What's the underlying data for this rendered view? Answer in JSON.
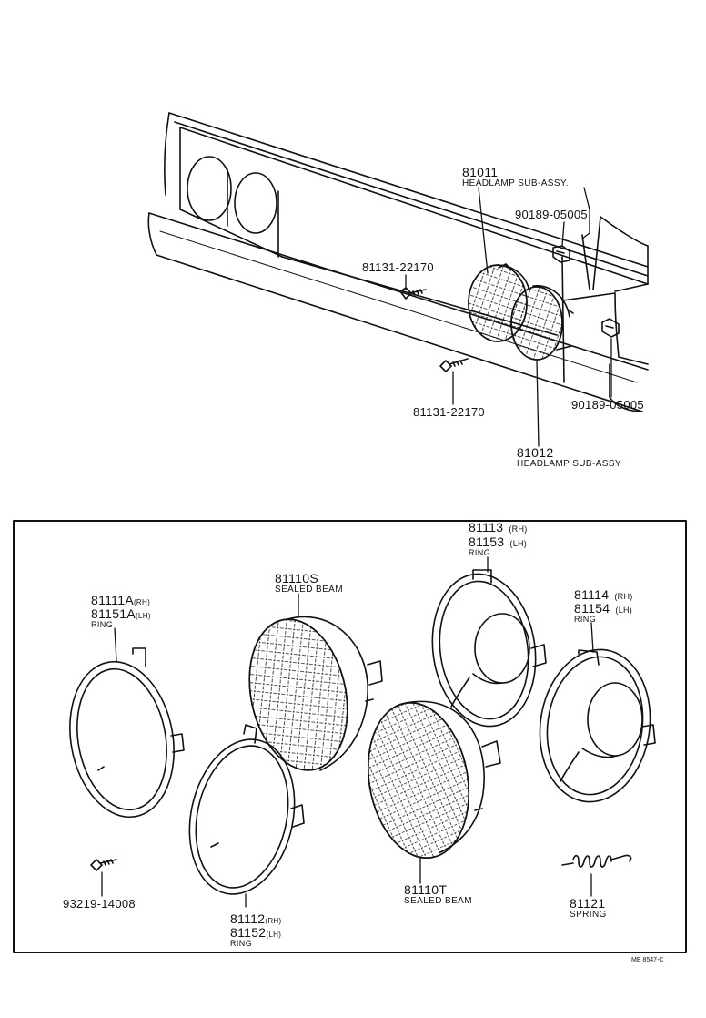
{
  "upper": {
    "headlamp_upper": {
      "part": "81011",
      "name": "HEADLAMP SUB-ASSY."
    },
    "headlamp_lower": {
      "part": "81012",
      "name": "HEADLAMP SUB-ASSY"
    },
    "nut_upper": {
      "part": "90189-05005"
    },
    "nut_lower": {
      "part": "90189-05005"
    },
    "screw_upper": {
      "part": "81131-22170"
    },
    "screw_lower": {
      "part": "81131-22170"
    }
  },
  "detail": {
    "ring_left": {
      "part_rh": "81111A",
      "side_rh": "(RH)",
      "part_lh": "81151A",
      "side_lh": "(LH)",
      "name": "RING"
    },
    "sealed_beam_s": {
      "part": "81110S",
      "name": "SEALED BEAM"
    },
    "ring_top": {
      "part_rh": "81113",
      "side_rh": "(RH)",
      "part_lh": "81153",
      "side_lh": "(LH)",
      "name": "RING"
    },
    "ring_right": {
      "part_rh": "81114",
      "side_rh": "(RH)",
      "part_lh": "81154",
      "side_lh": "(LH)",
      "name": "RING"
    },
    "ring_bottom": {
      "part_rh": "81112",
      "side_rh": "(RH)",
      "part_lh": "81152",
      "side_lh": "(LH)",
      "name": "RING"
    },
    "sealed_beam_t": {
      "part": "81110T",
      "name": "SEALED BEAM"
    },
    "screw": {
      "part": "93219-14008"
    },
    "spring": {
      "part": "81121",
      "name": "SPRING"
    },
    "drawing_code": "ME 8547-C"
  }
}
